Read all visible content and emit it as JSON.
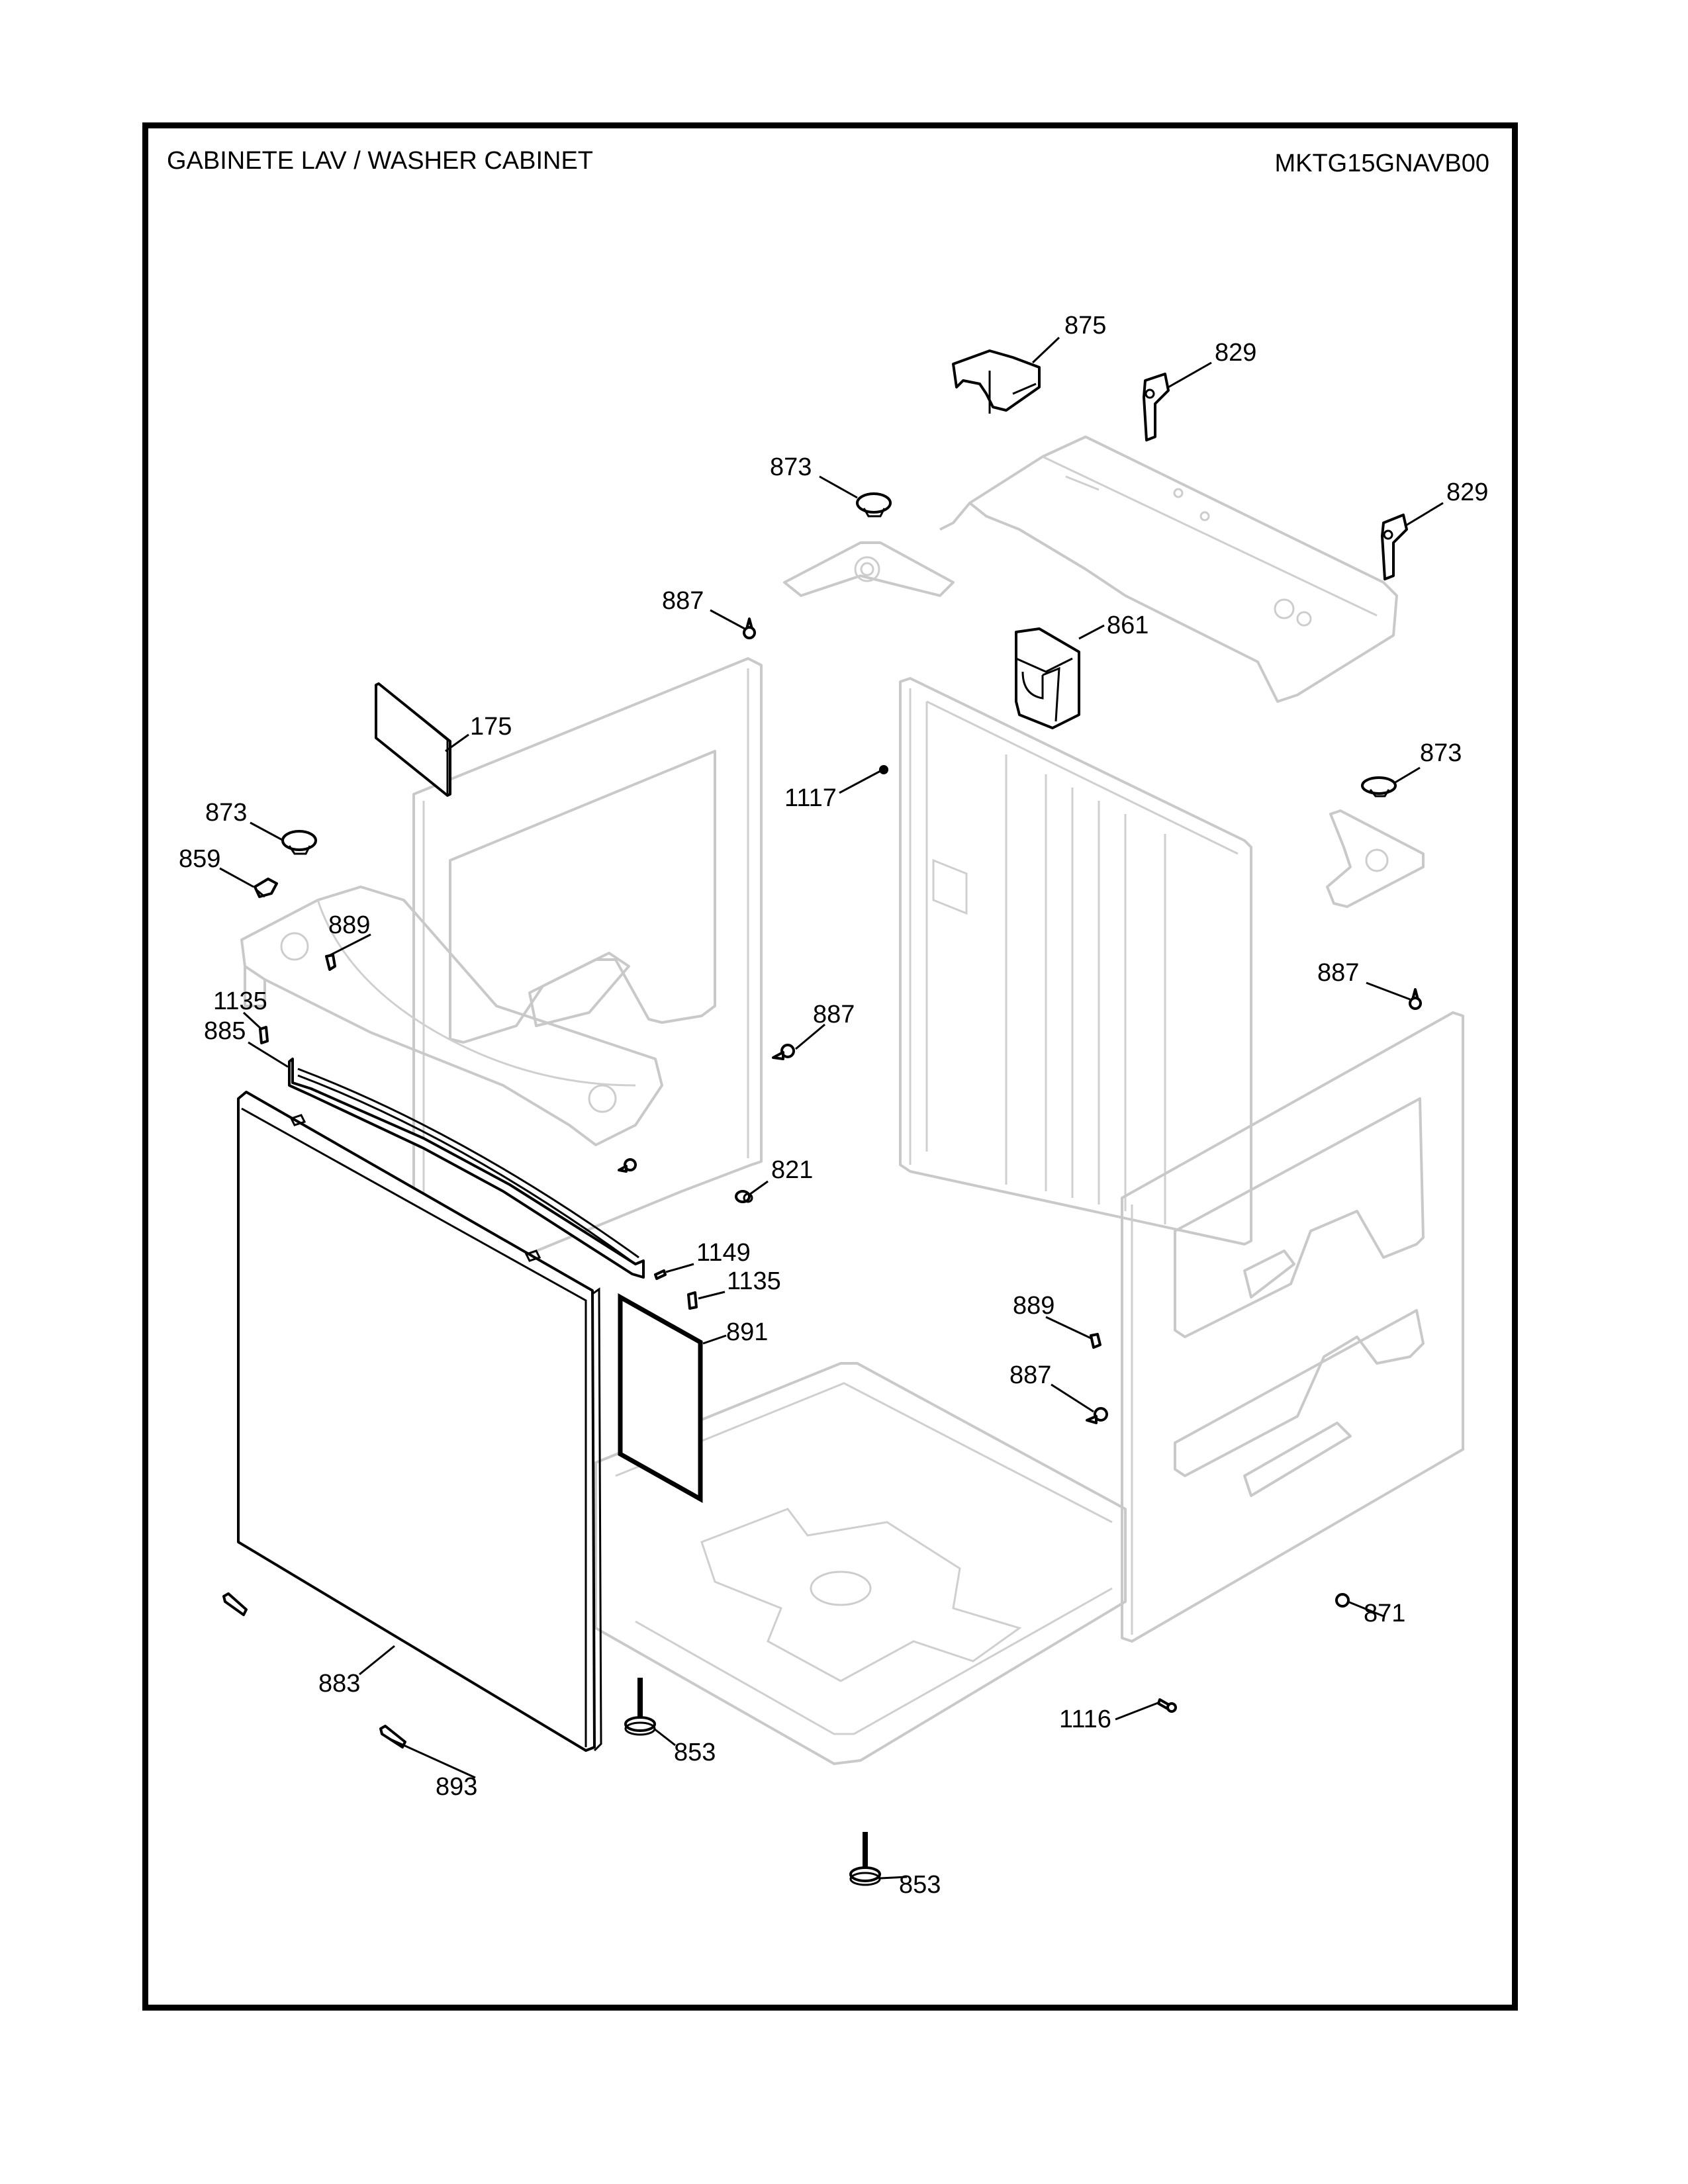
{
  "page": {
    "title": "GABINETE LAV / WASHER CABINET",
    "model_number": "MKTG15GNAVB00"
  },
  "colors": {
    "frame": "#000000",
    "callout_text": "#000000",
    "highlighted_part": "#000000",
    "context_part": "#c9c9c9",
    "background": "#ffffff"
  },
  "callouts": [
    {
      "id": "c875",
      "label": "875",
      "part": "bracket-cover"
    },
    {
      "id": "c829a",
      "label": "829",
      "part": "hinge-bracket"
    },
    {
      "id": "c829b",
      "label": "829",
      "part": "hinge-bracket"
    },
    {
      "id": "c873a",
      "label": "873",
      "part": "snubber-cup"
    },
    {
      "id": "c887a",
      "label": "887",
      "part": "screw"
    },
    {
      "id": "c861",
      "label": "861",
      "part": "dispenser-housing"
    },
    {
      "id": "c175",
      "label": "175",
      "part": "label-plate"
    },
    {
      "id": "c873b",
      "label": "873",
      "part": "snubber-cup"
    },
    {
      "id": "c859",
      "label": "859",
      "part": "clip"
    },
    {
      "id": "c1117",
      "label": "1117",
      "part": "screw"
    },
    {
      "id": "c873c",
      "label": "873",
      "part": "snubber-cup"
    },
    {
      "id": "c889a",
      "label": "889",
      "part": "clip"
    },
    {
      "id": "c887b",
      "label": "887",
      "part": "screw"
    },
    {
      "id": "c1135a",
      "label": "1135",
      "part": "clip"
    },
    {
      "id": "c885",
      "label": "885",
      "part": "front-panel-rail"
    },
    {
      "id": "c887c",
      "label": "887",
      "part": "screw"
    },
    {
      "id": "c821",
      "label": "821",
      "part": "bushing"
    },
    {
      "id": "c1149",
      "label": "1149",
      "part": "pin"
    },
    {
      "id": "c1135b",
      "label": "1135",
      "part": "clip"
    },
    {
      "id": "c891",
      "label": "891",
      "part": "insulation-pad"
    },
    {
      "id": "c889b",
      "label": "889",
      "part": "clip"
    },
    {
      "id": "c887d",
      "label": "887",
      "part": "screw"
    },
    {
      "id": "c871",
      "label": "871",
      "part": "nut"
    },
    {
      "id": "c883",
      "label": "883",
      "part": "front-panel"
    },
    {
      "id": "c1116",
      "label": "1116",
      "part": "screw"
    },
    {
      "id": "c853a",
      "label": "853",
      "part": "leveling-foot"
    },
    {
      "id": "c893",
      "label": "893",
      "part": "panel-clip"
    },
    {
      "id": "c853b",
      "label": "853",
      "part": "leveling-foot"
    }
  ]
}
